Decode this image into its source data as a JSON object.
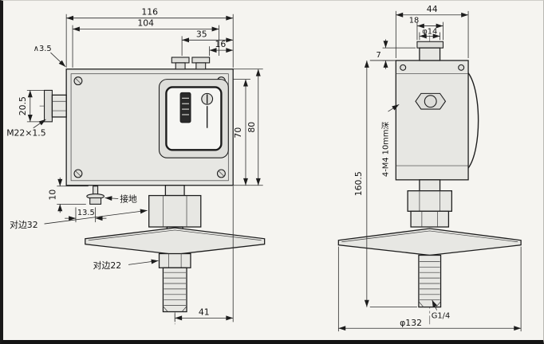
{
  "front": {
    "dim_116": "116",
    "dim_104": "104",
    "dim_35": "35",
    "dim_16": "16",
    "finish_mark": "∧3.5",
    "dim_20_5": "20.5",
    "thread_conduit": "M22×1.5",
    "dim_70": "70",
    "dim_80": "80",
    "dim_10": "10",
    "hex_flats_32": "对边32",
    "dim_13_5": "13.5",
    "ground_label": "接地",
    "hex_flats_22": "对边22",
    "dim_41": "41"
  },
  "side": {
    "dim_44": "44",
    "dim_18": "18",
    "dia_gland": "φ14",
    "dim_7": "7",
    "dim_160_5": "160.5",
    "mounting_holes": "4-M4 10mm深",
    "thread_process": "G1/4",
    "dia_flange": "φ132"
  }
}
